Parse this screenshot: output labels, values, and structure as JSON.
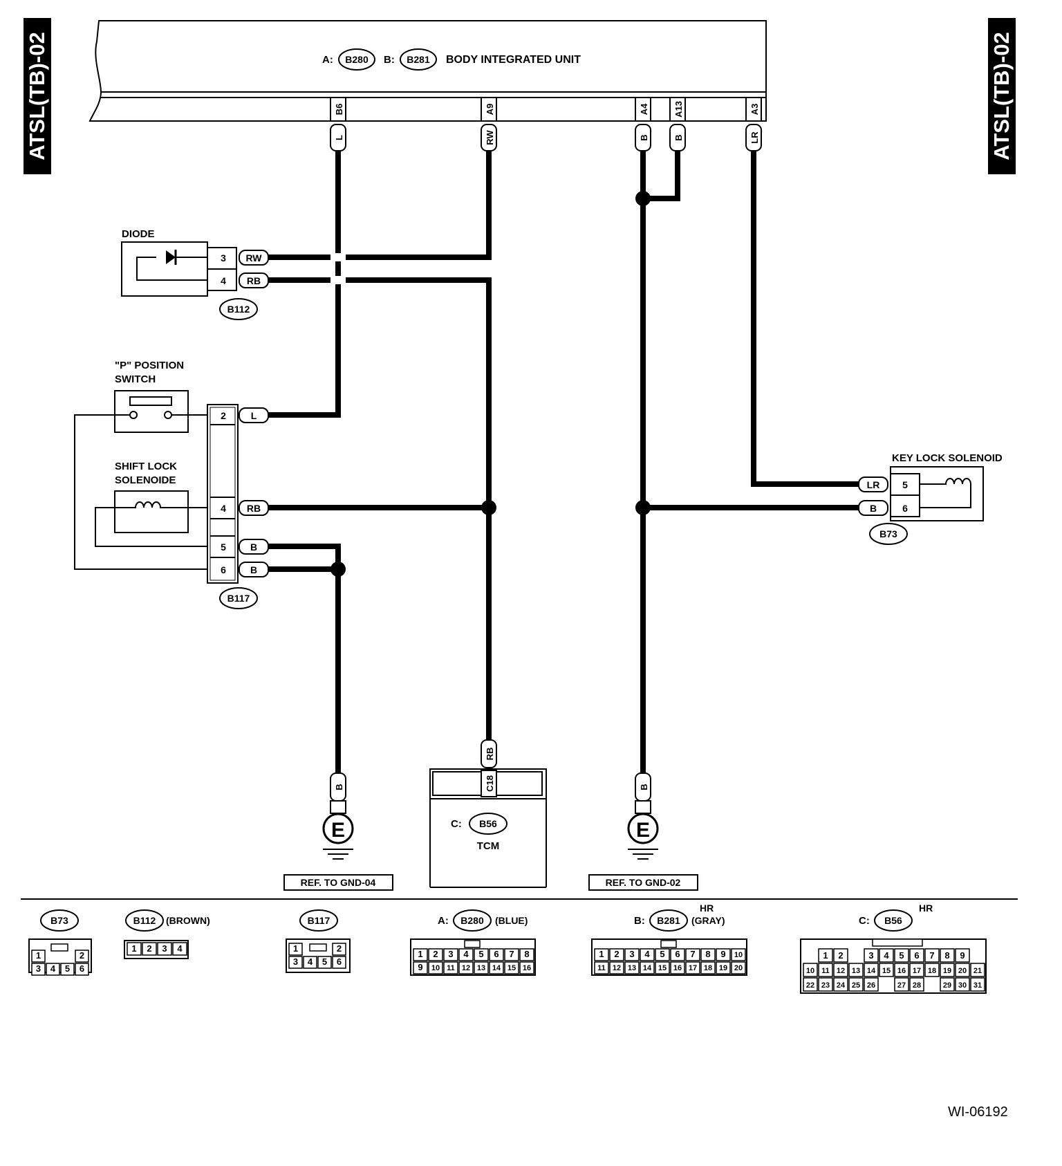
{
  "tabs": {
    "left": "ATSL(TB)-02",
    "right": "ATSL(TB)-02"
  },
  "doc_code": "WI-06192",
  "body_unit": {
    "prefix_a": "A:",
    "conn_a": "B280",
    "prefix_b": "B:",
    "conn_b": "B281",
    "name": "BODY INTEGRATED UNIT",
    "terminals": [
      {
        "pin": "B6",
        "wire": "L"
      },
      {
        "pin": "A9",
        "wire": "RW"
      },
      {
        "pin": "A4",
        "wire": "B"
      },
      {
        "pin": "A13",
        "wire": "B"
      },
      {
        "pin": "A3",
        "wire": "LR"
      }
    ]
  },
  "diode": {
    "label": "DIODE",
    "connector": "B112",
    "pins": [
      {
        "pin": "3",
        "wire": "RW"
      },
      {
        "pin": "4",
        "wire": "RB"
      }
    ]
  },
  "p_switch": {
    "line1": "\"P\" POSITION",
    "line2": "SWITCH"
  },
  "shift_lock": {
    "line1": "SHIFT LOCK",
    "line2": "SOLENOIDE"
  },
  "b117": {
    "connector": "B117",
    "pins": [
      {
        "pin": "2",
        "wire": "L"
      },
      {
        "pin": "4",
        "wire": "RB"
      },
      {
        "pin": "5",
        "wire": "B"
      },
      {
        "pin": "6",
        "wire": "B"
      }
    ]
  },
  "key_lock": {
    "label": "KEY LOCK SOLENOID",
    "connector": "B73",
    "pins": [
      {
        "pin": "5",
        "wire": "LR"
      },
      {
        "pin": "6",
        "wire": "B"
      }
    ]
  },
  "tcm": {
    "prefix": "C:",
    "connector": "B56",
    "name": "TCM",
    "pin": "C18",
    "wire": "RB"
  },
  "ground_left": {
    "wire": "B",
    "symbol": "E",
    "ref": "REF. TO GND-04"
  },
  "ground_right": {
    "wire": "B",
    "symbol": "E",
    "ref": "REF. TO GND-02"
  },
  "connector_views": {
    "b73": {
      "name": "B73",
      "row1": [
        "1",
        "",
        "",
        "2"
      ],
      "row2": [
        "3",
        "4",
        "5",
        "6"
      ]
    },
    "b112": {
      "name": "B112",
      "color": "(BROWN)",
      "row1": [
        "1",
        "2",
        "3",
        "4"
      ]
    },
    "b117": {
      "name": "B117",
      "row1": [
        "1",
        "",
        "",
        "2"
      ],
      "row2": [
        "3",
        "4",
        "5",
        "6"
      ]
    },
    "b280": {
      "prefix": "A:",
      "name": "B280",
      "color": "(BLUE)",
      "row1": [
        "1",
        "2",
        "3",
        "4",
        "5",
        "6",
        "7",
        "8"
      ],
      "row2": [
        "9",
        "10",
        "11",
        "12",
        "13",
        "14",
        "15",
        "16"
      ]
    },
    "b281": {
      "prefix": "B:",
      "name": "B281",
      "color": "(GRAY)",
      "hr": "HR",
      "row1": [
        "1",
        "2",
        "3",
        "4",
        "5",
        "6",
        "7",
        "8",
        "9",
        "10"
      ],
      "row2": [
        "11",
        "12",
        "13",
        "14",
        "15",
        "16",
        "17",
        "18",
        "19",
        "20"
      ]
    },
    "b56": {
      "prefix": "C:",
      "name": "B56",
      "hr": "HR",
      "row1": [
        "",
        "1",
        "2",
        "",
        "3",
        "4",
        "5",
        "6",
        "7",
        "8",
        "9",
        ""
      ],
      "row2": [
        "10",
        "11",
        "12",
        "13",
        "14",
        "15",
        "16",
        "17",
        "18",
        "19",
        "20",
        "21"
      ],
      "row3": [
        "22",
        "23",
        "24",
        "25",
        "26",
        "",
        "27",
        "28",
        "",
        "29",
        "30",
        "31"
      ]
    }
  }
}
